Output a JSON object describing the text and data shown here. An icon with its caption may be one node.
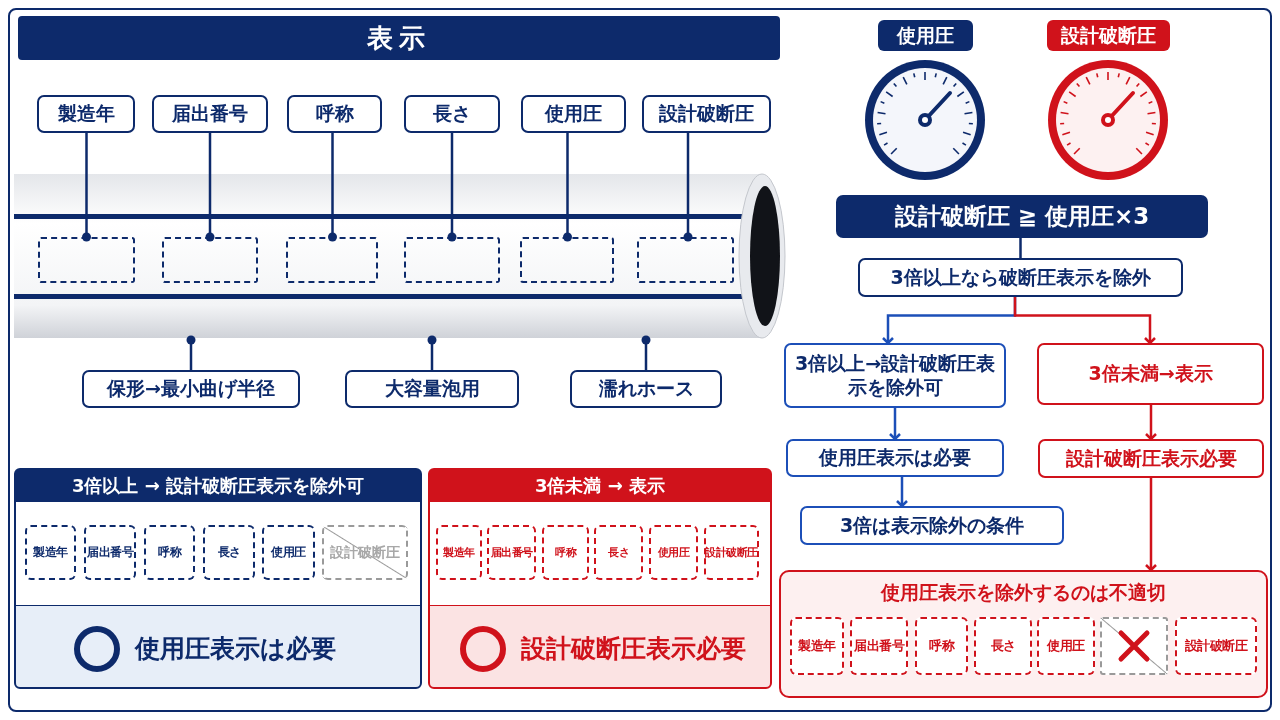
{
  "diagram": {
    "title": "表示",
    "nodes": [
      {
        "text": [
          "製造年"
        ]
      },
      {
        "text": [
          "届出番号"
        ]
      },
      {
        "text": [
          "呼称"
        ]
      },
      {
        "text": [
          "長さ"
        ]
      },
      {
        "text": [
          "使用圧"
        ]
      },
      {
        "text": [
          "設計破断圧"
        ]
      },
      {
        "text": [],
        "shape": "picture"
      },
      {
        "text": [],
        "shape": "box",
        "in": 6
      },
      {
        "text": [],
        "shape": "box",
        "in": 6
      },
      {
        "text": [],
        "shape": "box",
        "in": 6
      },
      {
        "text": [],
        "shape": "box",
        "in": 6
      },
      {
        "text": [],
        "shape": "box",
        "in": 6
      },
      {
        "text": [],
        "shape": "box",
        "in": 6
      },
      {
        "text": [
          "保形→最小曲げ半径"
        ]
      },
      {
        "text": [
          "大容量泡用"
        ]
      },
      {
        "text": [
          "濡れホース"
        ]
      },
      {
        "text": [
          "使用圧"
        ]
      },
      {
        "text": [
          "設計破断圧"
        ]
      },
      {
        "text": [
          "設計破断圧 ≧ 使用圧×3"
        ]
      },
      {
        "text": [
          "3倍以上なら破断圧表示を除外"
        ]
      },
      {
        "text": [
          "3倍以上→設計破断圧表示を除外可"
        ]
      },
      {
        "text": [
          "3倍未満→表示"
        ]
      },
      {
        "text": [
          "使用圧表示は必要"
        ]
      },
      {
        "text": [
          "設計破断圧表示必要"
        ]
      },
      {
        "text": [
          "3倍は表示除外の条件"
        ]
      },
      {
        "text": [
          "3倍以上 → 設計破断圧表示を除外可",
          "使用圧表示は必要"
        ]
      },
      {
        "text": [
          "製造年"
        ],
        "in": 25
      },
      {
        "text": [
          "届出番号"
        ],
        "in": 25
      },
      {
        "text": [
          "呼称"
        ],
        "in": 25
      },
      {
        "text": [
          "長さ"
        ],
        "in": 25
      },
      {
        "text": [
          "使用圧"
        ],
        "in": 25
      },
      {
        "text": [
          "設計破断圧"
        ],
        "in": 25
      },
      {
        "text": [
          "3倍未満 → 表示",
          "設計破断圧表示必要"
        ]
      },
      {
        "text": [
          "製造年"
        ],
        "in": 32
      },
      {
        "text": [
          "届出番号"
        ],
        "in": 32
      },
      {
        "text": [
          "呼称"
        ],
        "in": 32
      },
      {
        "text": [
          "長さ"
        ],
        "in": 32
      },
      {
        "text": [
          "使用圧"
        ],
        "in": 32
      },
      {
        "text": [
          "設計破断圧"
        ],
        "in": 32
      },
      {
        "text": [
          "使用圧表示を除外するのは不適切"
        ]
      },
      {
        "text": [
          "製造年"
        ],
        "in": 39
      },
      {
        "text": [
          "届出番号"
        ],
        "in": 39
      },
      {
        "text": [
          "呼称"
        ],
        "in": 39
      },
      {
        "text": [
          "長さ"
        ],
        "in": 39
      },
      {
        "text": [
          "使用圧"
        ],
        "in": 39
      },
      {
        "text": [],
        "shape": "box",
        "in": 39
      },
      {
        "text": [
          "設計破断圧"
        ],
        "in": 39
      }
    ],
    "edges": [
      {
        "from": 0,
        "to": 7,
        "arrow": "other"
      },
      {
        "from": 1,
        "to": 8,
        "arrow": "other"
      },
      {
        "from": 2,
        "to": 9,
        "arrow": "other"
      },
      {
        "from": 3,
        "to": 10,
        "arrow": "other"
      },
      {
        "from": 4,
        "to": 11,
        "arrow": "other"
      },
      {
        "from": 5,
        "to": 12,
        "arrow": "other"
      },
      {
        "from": 13,
        "to": 6,
        "arrow": "other"
      },
      {
        "from": 14,
        "to": 6,
        "arrow": "other"
      },
      {
        "from": 15,
        "to": 6,
        "arrow": "other"
      },
      {
        "from": 18,
        "to": 19,
        "arrow": "none"
      },
      {
        "from": 19,
        "to": 20,
        "arrow": "to",
        "color": "#1c4fb8"
      },
      {
        "from": 19,
        "to": 21,
        "arrow": "to",
        "color": "#d0121b"
      },
      {
        "from": 20,
        "to": 22,
        "arrow": "to",
        "color": "#1c4fb8"
      },
      {
        "from": 22,
        "to": 24,
        "arrow": "to",
        "color": "#1c4fb8"
      },
      {
        "from": 21,
        "to": 23,
        "arrow": "to",
        "color": "#d0121b"
      },
      {
        "from": 23,
        "to": 39,
        "arrow": "to",
        "color": "#d0121b"
      }
    ]
  }
}
